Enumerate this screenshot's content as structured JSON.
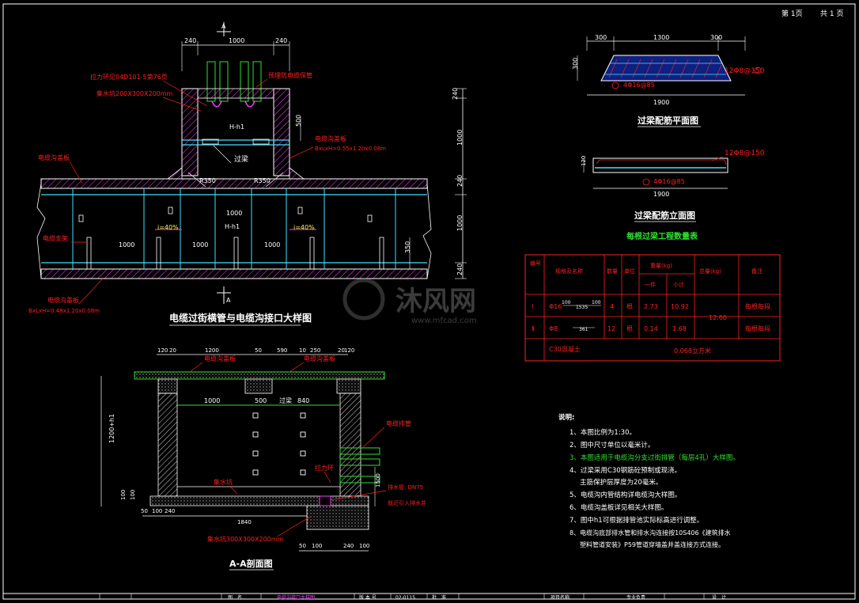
{
  "sheet": {
    "page_label": "第 1页",
    "total_label": "共 1 页"
  },
  "watermark": {
    "text": "沐风网",
    "url": "www.mfcad.com"
  },
  "plan": {
    "title": "电缆过街横管与电缆沟接口大样图",
    "section_mark": "A",
    "section_mark_bottom": "A",
    "dims_top": [
      "240",
      "1000",
      "240"
    ],
    "dims_right": [
      "240",
      "1000",
      "240",
      "1000",
      "240"
    ],
    "dim_500": "500",
    "dim_350": "350",
    "dims_bottom_spans": [
      "1000",
      "1000",
      "1000"
    ],
    "dim_inner_1000": "1000",
    "labels": {
      "pull_eye": "拉力环见04D101-5第76页",
      "sump": "集水坑200X300X200mm",
      "protect_pipe": "预埋防电缆保管",
      "cover_top": "电缆沟盖板",
      "cover_top_size": "BxLxH=0.55x1.20x0.08m",
      "cover_left": "电缆沟盖板",
      "cover_bottom": "电缆沟盖板",
      "cover_bottom_size": "BxLxH=0.48x1.20x0.08m",
      "bracket": "电缆支架",
      "beam": "过梁",
      "h1_top": "H-h1",
      "h1_mid": "H-h1",
      "r_left": "R350",
      "r_right": "R350",
      "slope_left": "i=40%",
      "slope_right": "i=40%"
    }
  },
  "section": {
    "title": "A-A剖面图",
    "dims_top": [
      "120",
      "20",
      "1200",
      "50",
      "590",
      "10",
      "250",
      "20",
      "120"
    ],
    "dims_inner": [
      "1000",
      "500",
      "840"
    ],
    "dims_bottom": [
      "50",
      "100",
      "240",
      "1840"
    ],
    "dims_bottom_right": [
      "50",
      "100",
      "240",
      "100"
    ],
    "dim_left_height": "1200+h1",
    "dim_left_base": "100",
    "dim_left_base2": "100",
    "dim_right_1500": "1500",
    "labels": {
      "cover1": "电缆沟盖板",
      "cover2": "电缆沟盖板",
      "beam": "过梁",
      "cable_pipe": "电缆排管",
      "pull_eye": "拉力环",
      "drain_pipe": "排水管: DN75",
      "drain_note": "就近引入排水井",
      "sump_label": "集水坑",
      "sump_size": "集水坑300X300X200mm"
    }
  },
  "beam_plan": {
    "title": "过梁配筋平面图",
    "dims_top": [
      "300",
      "1300",
      "300"
    ],
    "dim_width": "1900",
    "dim_height": "300",
    "bar1": "12Φ8@150",
    "bar2": "4Φ16@85"
  },
  "beam_elev": {
    "title": "过梁配筋立面图",
    "dim_width": "1900",
    "dim_height": "120",
    "bar1": "12Φ8@150",
    "bar2": "4Φ16@85"
  },
  "quantity_table": {
    "title": "每根过梁工程数量表",
    "headers": [
      "编号",
      "规格及名称",
      "数量",
      "单位",
      "重量(kg)",
      "一件",
      "小计",
      "总量(kg)",
      "备注"
    ],
    "rows": [
      {
        "no": "Ⅰ",
        "spec": "Φ16",
        "len_a": "100",
        "len_b": "1535",
        "len_c": "100",
        "qty": "4",
        "unit": "根",
        "one": "2.73",
        "sub": "10.92",
        "note": "每根每段"
      },
      {
        "no": "Ⅱ",
        "spec": "Φ8",
        "len_b": "361",
        "qty": "12",
        "unit": "根",
        "one": "0.14",
        "sub": "1.68",
        "note": "每根每段"
      }
    ],
    "total": "12.60",
    "concrete_label": "C30混凝土",
    "concrete_value": "0.068立方米"
  },
  "notes": {
    "title": "说明:",
    "items": [
      "1、本图比例为1:30。",
      "2、图中尺寸单位以毫米计。",
      "3、本图适用于电缆沟分支过街排管（每层4孔）大样图。",
      "4、过梁采用C30钢筋砼预制或现浇。",
      "主筋保护层厚度为20毫米。",
      "5、电缆沟内管结构详电缆沟大样图。",
      "6、电缆沟盖板详见相关大样图。",
      "7、图中h1可根据排管池实际标高进行调整。",
      "8、电缆沟底部排水管和排水沟连接按10S406《建筑排水",
      "塑料管道安装》P59管道穿墙盖井盖连接方式连接。"
    ]
  },
  "title_block": {
    "drawing_name_label": "图　名",
    "drawing_name": "电缆沟接口大样图",
    "version_label": "版 本 号",
    "version": "02-0115",
    "approve_label": "批　准",
    "project_label": "项目名称",
    "major_label": "专业负责",
    "design_label": "设　计"
  },
  "colors": {
    "red": "#ff2020",
    "cyan": "#40e0ff",
    "green": "#30e030",
    "yellow": "#ffff40",
    "white": "#ffffff",
    "magenta": "#ff40ff"
  }
}
